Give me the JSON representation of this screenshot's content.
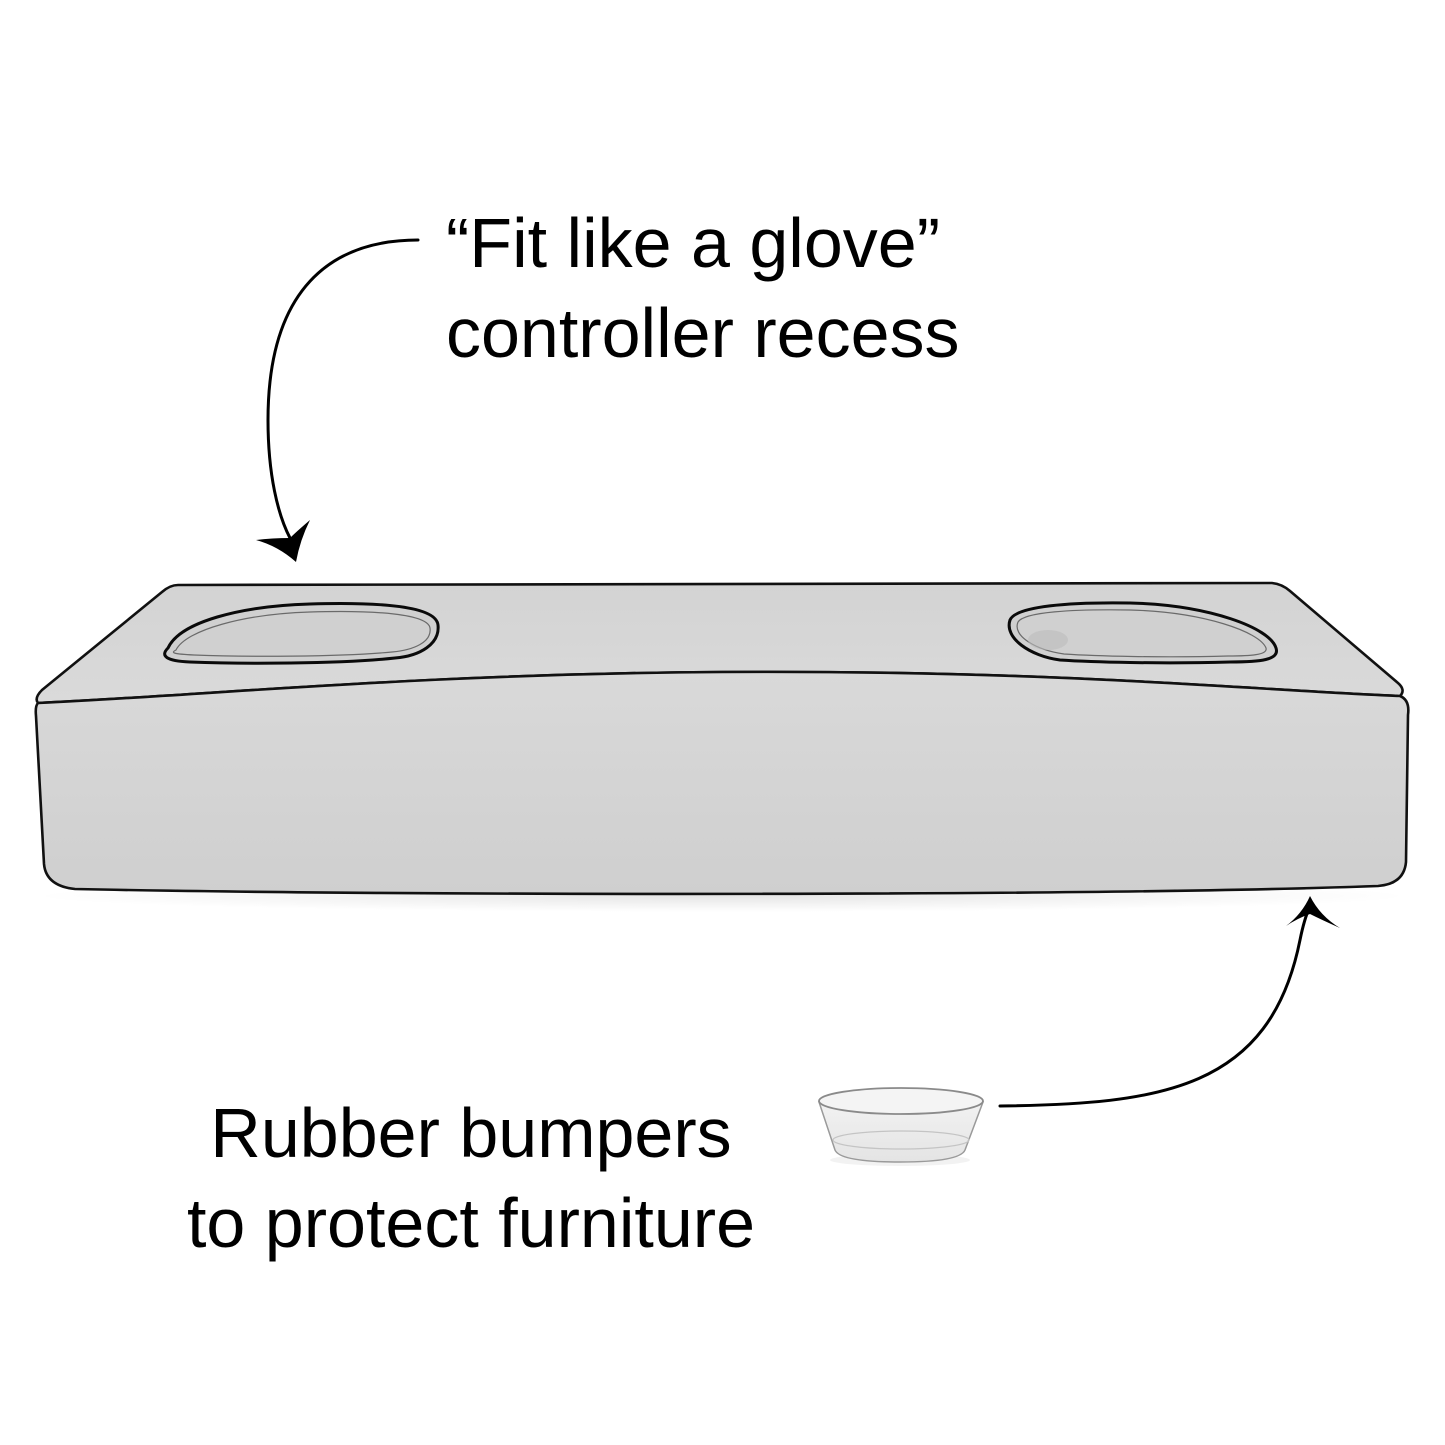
{
  "callouts": {
    "recess": {
      "line1": "“Fit like a glove”",
      "line2": "controller recess"
    },
    "bumpers": {
      "line1": "Rubber bumpers",
      "line2": "to protect furniture"
    }
  },
  "colors": {
    "background": "#ffffff",
    "tray_top": "#d6d6d6",
    "tray_side": "#d2d2d2",
    "outline": "#111111",
    "bumper": "#eeeeee",
    "text": "#000000"
  },
  "icons": {
    "recess_arrow": "curved-arrow-down-icon",
    "bumper_arrow": "curved-arrow-up-icon"
  }
}
